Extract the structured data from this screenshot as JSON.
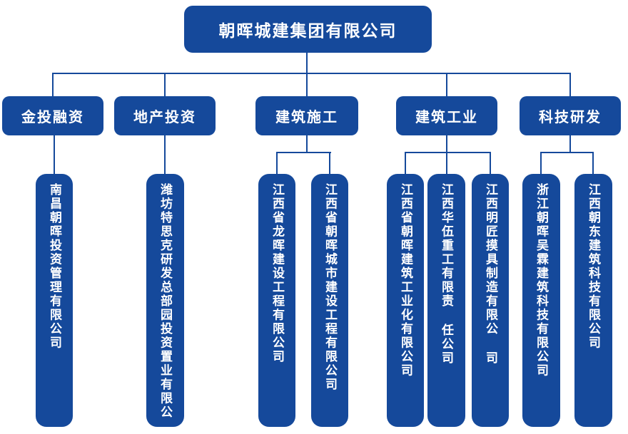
{
  "colors": {
    "node_fill": "#15499B",
    "node_text": "#FFFFFF",
    "line": "#15499B",
    "background": "#FFFFFF"
  },
  "root": {
    "label": "朝晖城建集团有限公司"
  },
  "branches": [
    {
      "label": "金投融资",
      "children": [
        "南昌朝晖投资管理有限公司"
      ]
    },
    {
      "label": "地产投资",
      "children": [
        "潍坊特思克研发总部园投资置业有限公司"
      ]
    },
    {
      "label": "建筑施工",
      "children": [
        "江西省龙晖建设工程有限公司",
        "江西省朝晖城市建设工程有限公司"
      ]
    },
    {
      "label": "建筑工业",
      "children": [
        "江西省朝晖建筑工业化有限公司",
        "江西华伍重工有限责 任公司",
        "江西明匠摸具制造有限公 司"
      ]
    },
    {
      "label": "科技研发",
      "children": [
        "浙江朝晖吴霖建筑科技有限公司",
        "江西朝东建筑科技有限公司"
      ]
    }
  ]
}
